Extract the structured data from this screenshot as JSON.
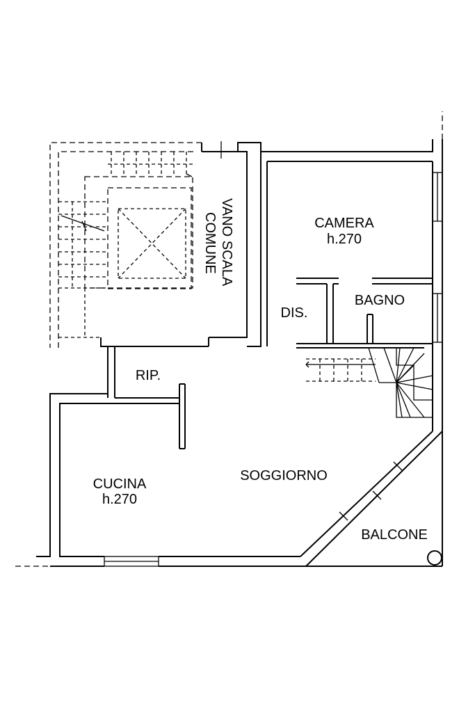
{
  "rooms": {
    "camera": {
      "name": "CAMERA",
      "height": "h.270"
    },
    "bagno": {
      "name": "BAGNO"
    },
    "dis": {
      "name": "DIS."
    },
    "vano_scala": {
      "line1": "VANO SCALA",
      "line2": "COMUNE"
    },
    "rip": {
      "name": "RIP."
    },
    "soggiorno": {
      "name": "SOGGIORNO"
    },
    "cucina": {
      "name": "CUCINA",
      "height": "h.270"
    },
    "balcone": {
      "name": "BALCONE"
    }
  }
}
